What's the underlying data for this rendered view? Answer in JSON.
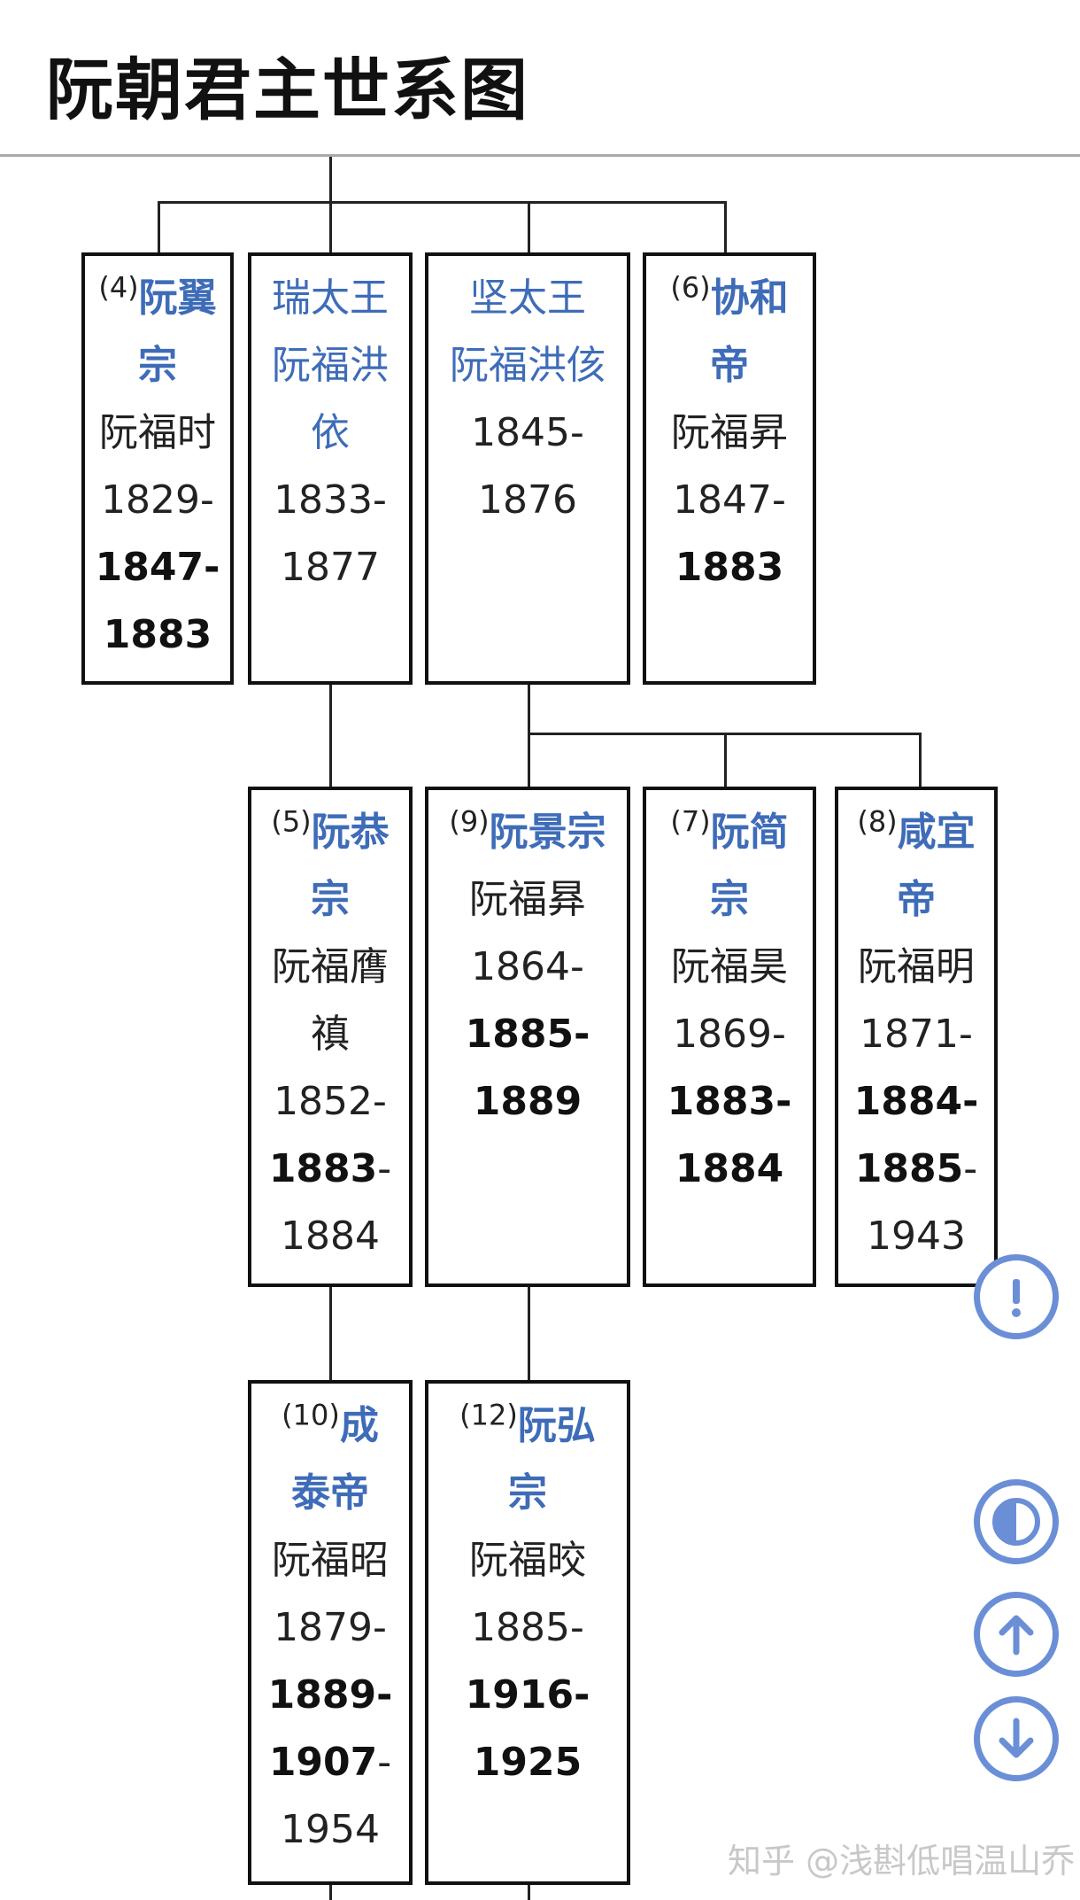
{
  "header": {
    "title": "阮朝君主世系图"
  },
  "rows": [
    [
      {
        "num": "(4)",
        "name": "阮翼宗",
        "name_bold": true,
        "person": "阮福时",
        "years": [
          [
            "1829-",
            false
          ],
          [
            "1847-",
            true
          ],
          [
            "1883",
            true
          ]
        ]
      },
      {
        "num": "",
        "name": "瑞太王阮福洪依",
        "name_bold": false,
        "person": "",
        "years": [
          [
            "1833-",
            false
          ],
          [
            "1877",
            false
          ]
        ]
      },
      {
        "num": "",
        "name": "坚太王阮福洪侅",
        "name_bold": false,
        "person": "",
        "years": [
          [
            "1845-",
            false
          ],
          [
            "1876",
            false
          ]
        ]
      },
      {
        "num": "(6)",
        "name": "协和帝",
        "name_bold": true,
        "person": "阮福昇",
        "years": [
          [
            "1847-",
            false
          ],
          [
            "1883",
            true
          ]
        ]
      }
    ],
    [
      {
        "num": "(5)",
        "name": "阮恭宗",
        "name_bold": true,
        "person": "阮福膺禛",
        "years": [
          [
            "1852-",
            false
          ],
          [
            "1883",
            true,
            "-"
          ],
          [
            "1884",
            false
          ]
        ]
      },
      {
        "num": "(9)",
        "name": "阮景宗",
        "name_bold": true,
        "person": "阮福昪",
        "years": [
          [
            "1864-",
            false
          ],
          [
            "1885-",
            true
          ],
          [
            "1889",
            true
          ]
        ]
      },
      {
        "num": "(7)",
        "name": "阮简宗",
        "name_bold": true,
        "person": "阮福昊",
        "years": [
          [
            "1869-",
            false
          ],
          [
            "1883-",
            true
          ],
          [
            "1884",
            true
          ]
        ]
      },
      {
        "num": "(8)",
        "name": "咸宜帝",
        "name_bold": true,
        "person": "阮福明",
        "years": [
          [
            "1871-",
            false
          ],
          [
            "1884-",
            true
          ],
          [
            "1885",
            true,
            "-"
          ],
          [
            "1943",
            false
          ]
        ]
      }
    ],
    [
      {
        "num": "(10)",
        "name": "成泰帝",
        "name_bold": true,
        "person": "阮福昭",
        "years": [
          [
            "1879-",
            false
          ],
          [
            "1889-",
            true
          ],
          [
            "1907",
            true,
            "-"
          ],
          [
            "1954",
            false
          ]
        ]
      },
      {
        "num": "(12)",
        "name": "阮弘宗",
        "name_bold": true,
        "person": "阮福晈",
        "years": [
          [
            "1885-",
            false
          ],
          [
            "1916-",
            true
          ],
          [
            "1925",
            true
          ]
        ]
      }
    ]
  ],
  "floating_buttons": [
    "alert-icon",
    "contrast-icon",
    "arrow-up-icon",
    "arrow-down-icon"
  ],
  "watermark": "知乎 @浅斟低唱温山乔",
  "colors": {
    "accent": "#3e6cb8",
    "border": "#111111",
    "fab": "#6b8fd6"
  }
}
